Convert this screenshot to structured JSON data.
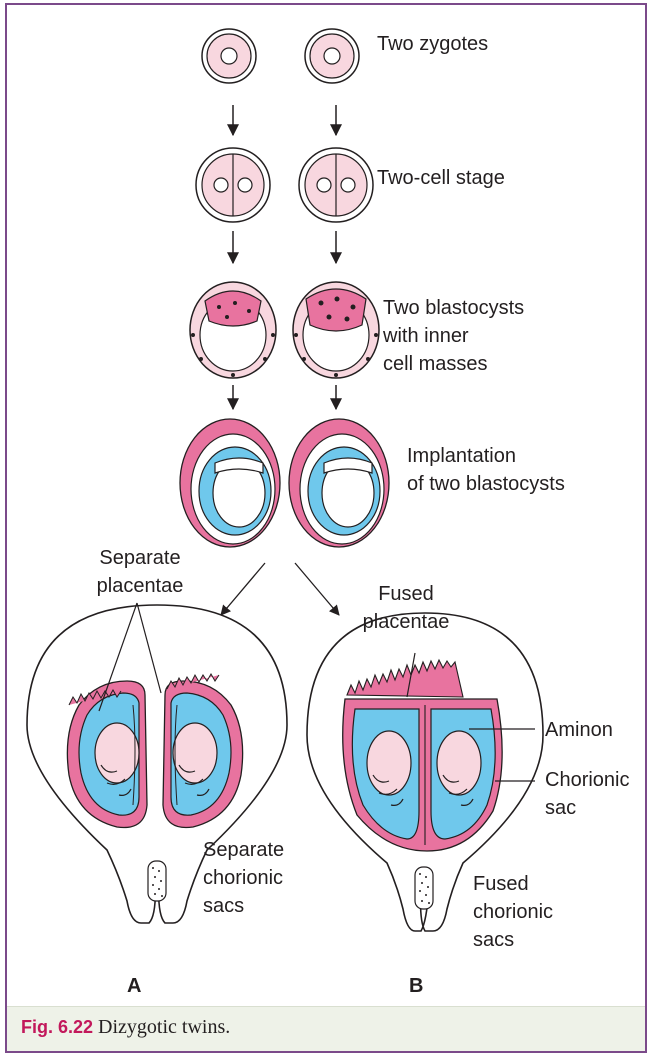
{
  "labels": {
    "two_zygotes": "Two zygotes",
    "two_cell_stage": "Two-cell stage",
    "blastocysts_line1": "Two blastocysts",
    "blastocysts_line2": "with inner",
    "blastocysts_line3": "cell masses",
    "implantation_line1": "Implantation",
    "implantation_line2": "of two blastocysts",
    "separate_placentae_line1": "Separate",
    "separate_placentae_line2": "placentae",
    "fused_placentae_line1": "Fused",
    "fused_placentae_line2": "placentae",
    "aminon": "Aminon",
    "chorionic_sac_line1": "Chorionic",
    "chorionic_sac_line2": "sac",
    "separate_chorionic_line1": "Separate",
    "separate_chorionic_line2": "chorionic",
    "separate_chorionic_line3": "sacs",
    "fused_chorionic_line1": "Fused",
    "fused_chorionic_line2": "chorionic",
    "fused_chorionic_line3": "sacs",
    "panel_a": "A",
    "panel_b": "B"
  },
  "caption": {
    "figure_number": "Fig. 6.22",
    "text": "Dizygotic twins."
  },
  "colors": {
    "border": "#7b4a8a",
    "pink": "#e8739f",
    "light_pink": "#f8d7df",
    "blue": "#6fc8ec",
    "ink": "#231f20",
    "caption_bg": "#eef2e8",
    "figure_number": "#c2185b"
  }
}
